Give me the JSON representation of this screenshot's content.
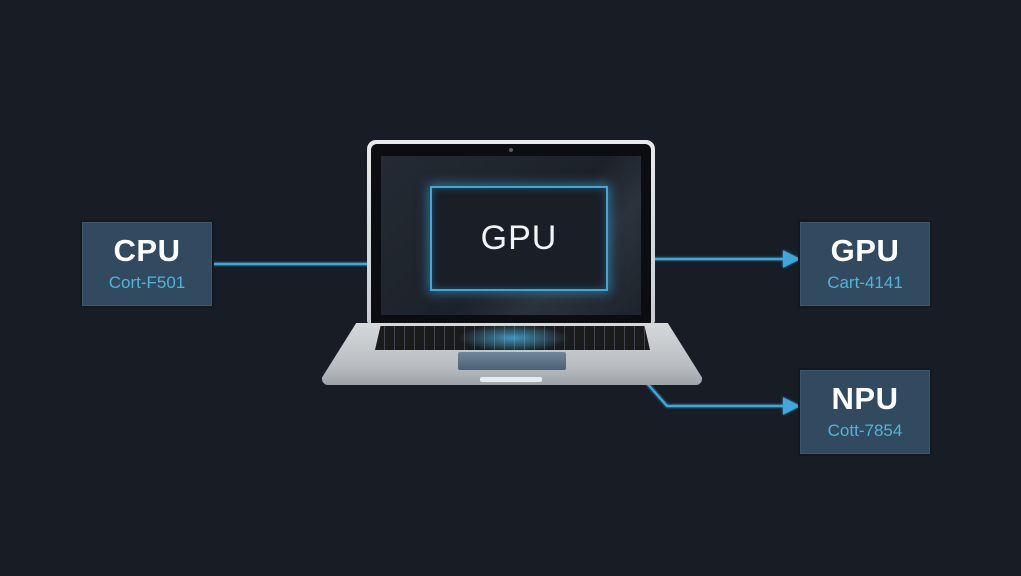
{
  "diagram": {
    "colors": {
      "background": "#181c24",
      "box_fill": "#324a5f",
      "accent": "#3da8dc",
      "subtitle": "#4fb4d8",
      "title_text": "#ffffff"
    },
    "laptop": {
      "screen_label": "GPU"
    },
    "nodes": [
      {
        "id": "cpu",
        "title": "CPU",
        "subtitle": "Cort-F501"
      },
      {
        "id": "gpu",
        "title": "GPU",
        "subtitle": "Cart-4141"
      },
      {
        "id": "npu",
        "title": "NPU",
        "subtitle": "Cott-7854"
      }
    ],
    "edges": [
      {
        "from": "cpu",
        "to": "laptop-screen"
      },
      {
        "from": "laptop-screen",
        "to": "gpu"
      },
      {
        "from": "laptop-base",
        "to": "npu"
      }
    ]
  }
}
